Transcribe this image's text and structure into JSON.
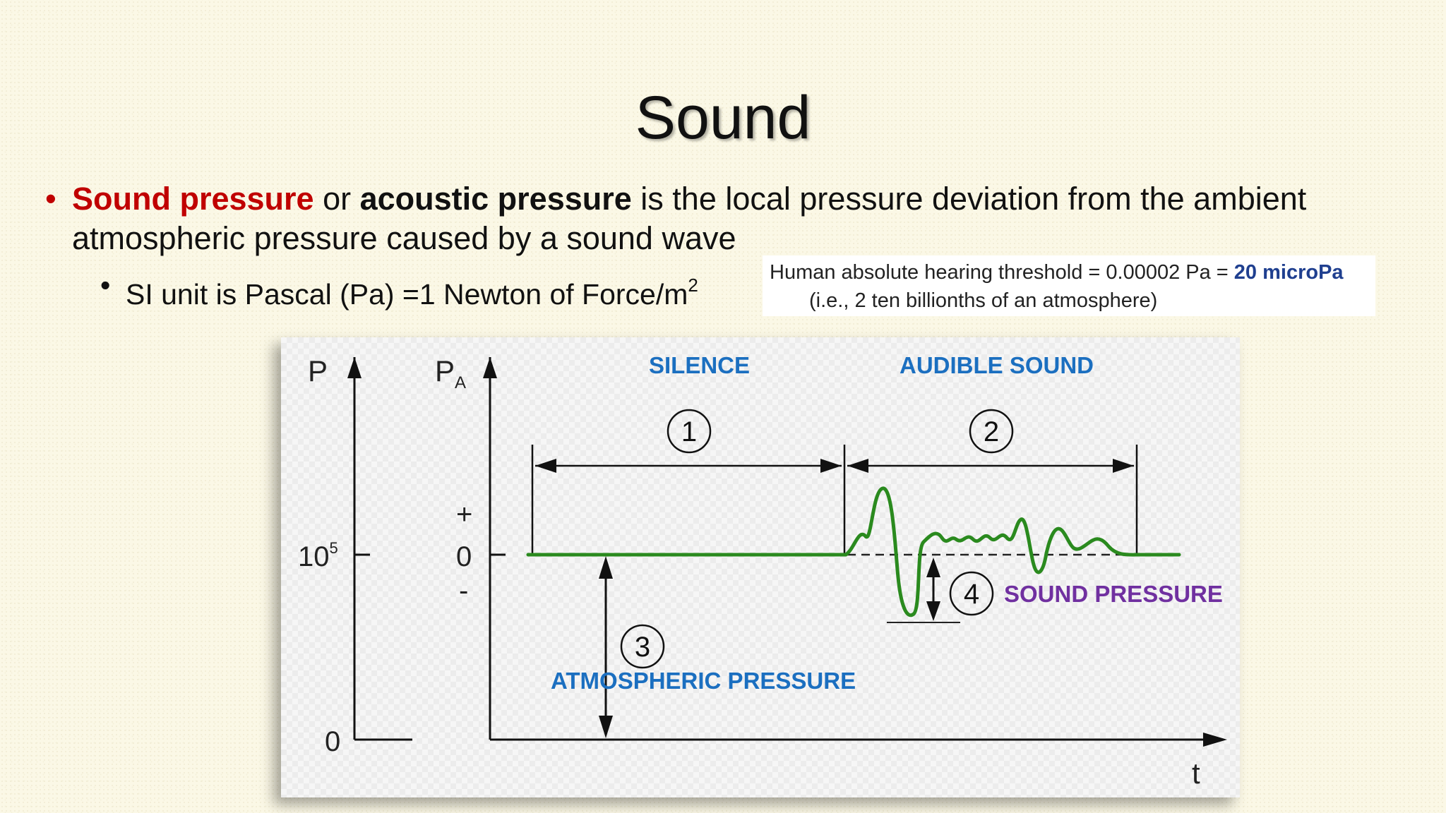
{
  "slide": {
    "title": "Sound",
    "bullet1": {
      "term1": "Sound pressure",
      "joiner": " or ",
      "term2": "acoustic pressure",
      "rest": " is the local pressure deviation from the ambient atmospheric pressure caused by a sound wave"
    },
    "bullet2": {
      "text": "SI unit is Pascal (Pa) =1 Newton of Force/m",
      "superscript": "2"
    },
    "inset": {
      "line1_prefix": "Human absolute hearing threshold = 0.00002 Pa = ",
      "line1_highlight": "20 microPa",
      "line2": "(i.e., 2 ten billionths of an atmosphere)"
    }
  },
  "diagram": {
    "axis_p": "P",
    "axis_pa": "P",
    "axis_pa_sub": "A",
    "axis_t": "t",
    "tick_1e5": "10",
    "tick_1e5_sup": "5",
    "tick_zero": "0",
    "tick_plus": "+",
    "tick_pa_zero": "0",
    "tick_minus": "-",
    "label_silence": "SILENCE",
    "label_audible": "AUDIBLE SOUND",
    "label_atmospheric": "ATMOSPHERIC PRESSURE",
    "label_sound_pressure": "SOUND PRESSURE",
    "markers": [
      "1",
      "2",
      "3",
      "4"
    ],
    "colors": {
      "wave": "#2a8a1e",
      "label_blue": "#1b6fc0",
      "label_purple": "#7030a0",
      "term_red": "#c00000"
    }
  }
}
